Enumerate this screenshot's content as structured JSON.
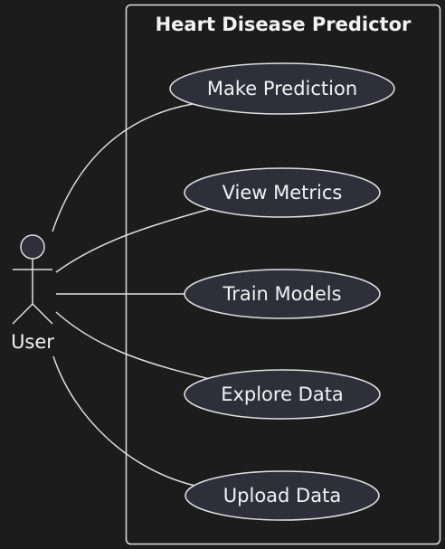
{
  "diagram": {
    "type": "use-case",
    "system_title": "Heart Disease Predictor",
    "actor": {
      "label": "User"
    },
    "use_cases": [
      {
        "id": "make-prediction",
        "label": "Make Prediction"
      },
      {
        "id": "view-metrics",
        "label": "View Metrics"
      },
      {
        "id": "train-models",
        "label": "Train Models"
      },
      {
        "id": "explore-data",
        "label": "Explore Data"
      },
      {
        "id": "upload-data",
        "label": "Upload Data"
      }
    ],
    "associations": [
      {
        "from": "User",
        "to": "Make Prediction"
      },
      {
        "from": "User",
        "to": "View Metrics"
      },
      {
        "from": "User",
        "to": "Train Models"
      },
      {
        "from": "User",
        "to": "Explore Data"
      },
      {
        "from": "User",
        "to": "Upload Data"
      }
    ]
  },
  "colors": {
    "background": "#1c1c1c",
    "stroke": "#e0e0e0",
    "usecase_fill": "#2f2f39",
    "text": "#f2f2f2"
  }
}
